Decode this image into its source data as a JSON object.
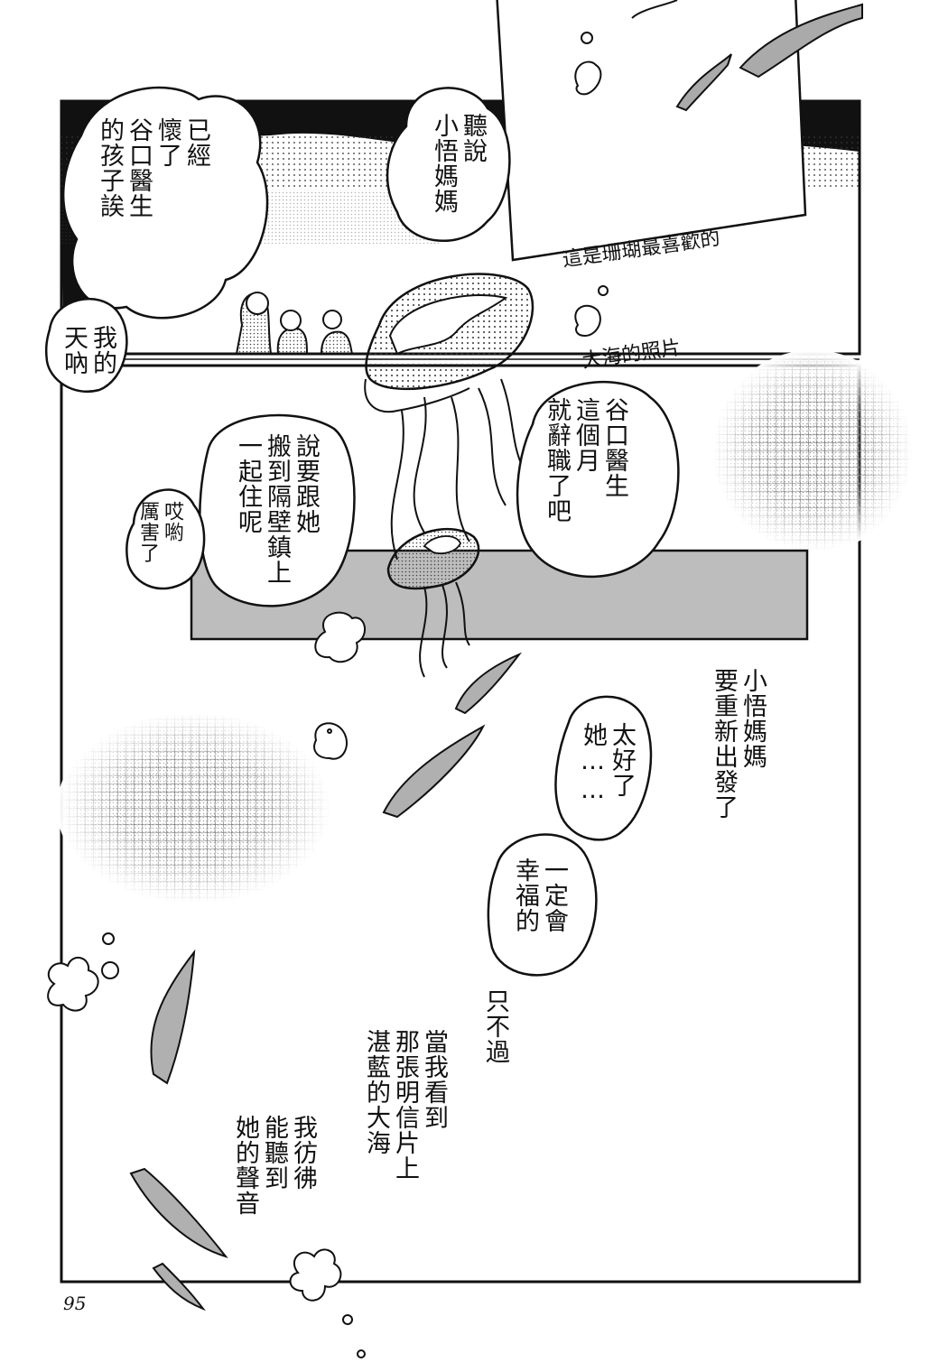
{
  "page_number": "95",
  "photo_caption": {
    "line1": "這是珊瑚最喜歡的",
    "line2": "大海的照片"
  },
  "top_panel": {
    "bubble_pregnant": "已經\n懷了\n谷口醫生\n的孩子誒",
    "bubble_heard": "聽說\n小悟媽媽",
    "bubble_omg": "我的\n天吶"
  },
  "bottom_panel": {
    "bubble_quit": "谷口醫生\n這個月\n就辭職了吧",
    "bubble_move": "說要跟她\n搬到隔壁鎮上\n一起住呢",
    "bubble_wow": "哎喲\n厲害了",
    "narration_restart": "小悟媽媽\n要重新出發了",
    "bubble_good": "太好了\n她……",
    "bubble_happy": "一定會\n幸福的",
    "narration_only": "只不過",
    "narration_when": "當我看到\n那張明信片上\n湛藍的大海",
    "narration_voice": "我彷彿\n能聽到\n她的聲音"
  }
}
